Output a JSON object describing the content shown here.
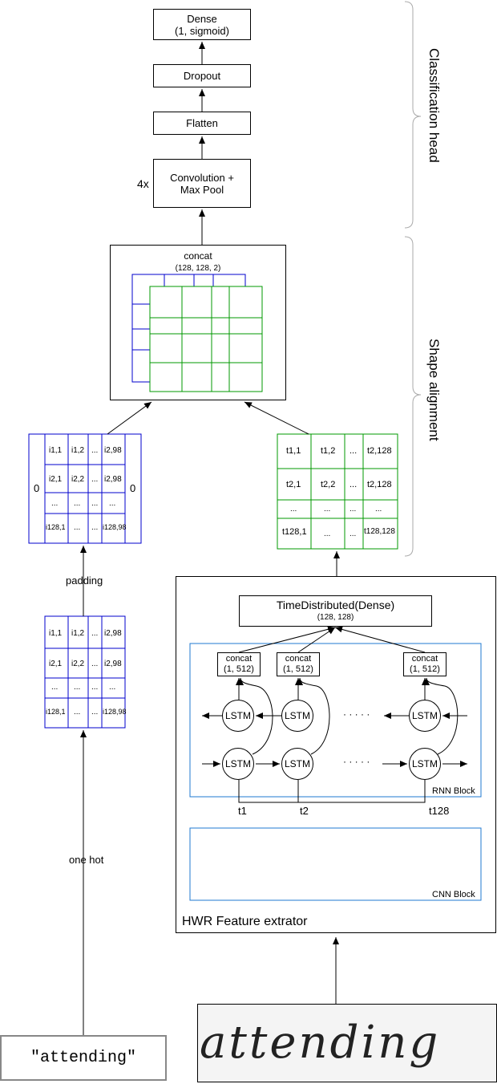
{
  "classification_head": {
    "dense_line1": "Dense",
    "dense_line2": "(1, sigmoid)",
    "dropout": "Dropout",
    "flatten": "Flatten",
    "conv_line1": "Convolution +",
    "conv_line2": "Max Pool",
    "repeat": "4x",
    "section_label": "Classification head"
  },
  "shape_alignment": {
    "concat_title": "concat",
    "concat_shape": "(128, 128, 2)",
    "section_label": "Shape alignment"
  },
  "padded_matrix": {
    "pad_left": "0",
    "pad_right": "0",
    "rows": [
      [
        "i1,1",
        "i1,2",
        "...",
        "i2,98"
      ],
      [
        "i2,1",
        "i2,2",
        "...",
        "i2,98"
      ],
      [
        "...",
        "...",
        "...",
        "..."
      ],
      [
        "i128,1",
        "...",
        "...",
        "i128,98"
      ]
    ]
  },
  "padding_label": "padding",
  "onehot_matrix": {
    "rows": [
      [
        "i1,1",
        "i1,2",
        "...",
        "i2,98"
      ],
      [
        "i2,1",
        "i2,2",
        "...",
        "i2,98"
      ],
      [
        "...",
        "...",
        "...",
        "..."
      ],
      [
        "i128,1",
        "...",
        "...",
        "i128,98"
      ]
    ]
  },
  "onehot_label": "one hot",
  "input_text": "\"attending\"",
  "t_matrix": {
    "rows": [
      [
        "t1,1",
        "t1,2",
        "...",
        "t2,128"
      ],
      [
        "t2,1",
        "t2,2",
        "...",
        "t2,128"
      ],
      [
        "...",
        "...",
        "...",
        "..."
      ],
      [
        "t128,1",
        "...",
        "...",
        "t128,128"
      ]
    ]
  },
  "hwr": {
    "title": "HWR Feature extrator",
    "time_distributed": "TimeDistributed(Dense)",
    "time_distributed_shape": "(128, 128)",
    "concat_title": "concat",
    "concat_shape": "(1, 512)",
    "lstm": "LSTM",
    "dots": "· · · · ·",
    "rnn_block": "RNN Block",
    "cnn_block": "CNN Block",
    "t1": "t1",
    "t2": "t2",
    "t128": "t128"
  },
  "handwriting_text": "attending"
}
